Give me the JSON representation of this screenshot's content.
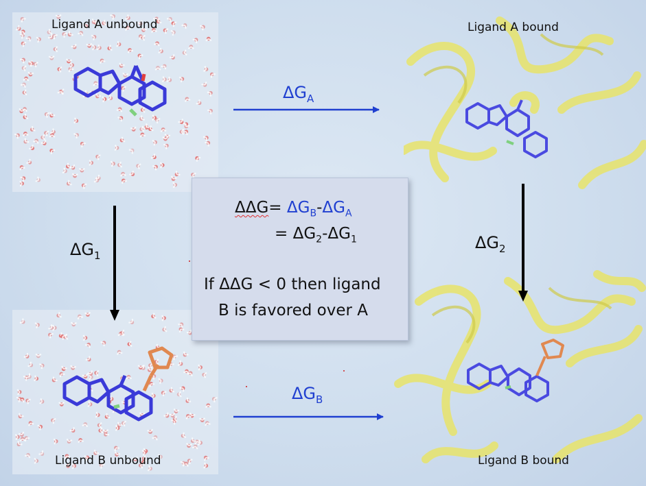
{
  "labels": {
    "a_unbound": "Ligand A unbound",
    "a_bound": "Ligand A bound",
    "b_unbound": "Ligand B unbound",
    "b_bound": "Ligand B bound"
  },
  "arrows": {
    "top": {
      "delta": "ΔG",
      "sub": "A"
    },
    "bottom": {
      "delta": "ΔG",
      "sub": "B"
    },
    "left": {
      "delta": "ΔG",
      "sub": "1"
    },
    "right": {
      "delta": "ΔG",
      "sub": "2"
    }
  },
  "equation": {
    "lhs": "ΔΔG",
    "eq": "=",
    "gb": "ΔG",
    "gb_sub": "B",
    "minus": "-",
    "ga": "ΔG",
    "ga_sub": "A",
    "line2_eq": "=",
    "g2": "ΔG",
    "g2_sub": "2",
    "g1": "ΔG",
    "g1_sub": "1",
    "condition_line1": "If ΔΔG < 0 then ligand",
    "condition_line2": "B is favored over A"
  },
  "colors": {
    "blue_text": "#1f3fd0",
    "ligand_blue": "#3a3ad8",
    "protein_yellow": "#e8e46a",
    "water_red": "#e06a6a",
    "r_group_orange": "#e08850"
  }
}
